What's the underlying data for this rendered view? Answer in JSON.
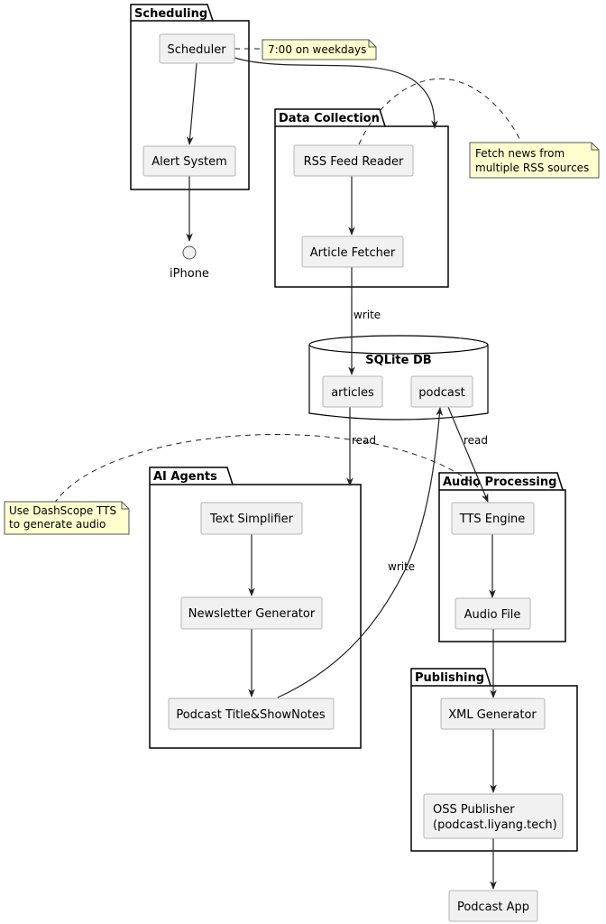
{
  "packages": {
    "scheduling": "Scheduling",
    "data_collection": "Data Collection",
    "ai_agents": "AI Agents",
    "audio_processing": "Audio Processing",
    "publishing": "Publishing"
  },
  "database": {
    "title": "SQLite DB"
  },
  "components": {
    "scheduler": "Scheduler",
    "alert_system": "Alert System",
    "iphone": "iPhone",
    "rss_feed_reader": "RSS Feed Reader",
    "article_fetcher": "Article Fetcher",
    "articles": "articles",
    "podcast": "podcast",
    "text_simplifier": "Text Simplifier",
    "newsletter_generator": "Newsletter Generator",
    "podcast_title_shownotes": "Podcast Title&ShowNotes",
    "tts_engine": "TTS Engine",
    "audio_file": "Audio File",
    "xml_generator": "XML Generator",
    "oss_publisher_line1": "OSS Publisher",
    "oss_publisher_line2": "(podcast.liyang.tech)",
    "podcast_app": "Podcast App"
  },
  "notes": {
    "schedule_note": "7:00 on weekdays",
    "rss_note_line1": "Fetch news from",
    "rss_note_line2": "multiple RSS sources",
    "tts_note_line1": "Use DashScope TTS",
    "tts_note_line2": "to generate audio"
  },
  "edge_labels": {
    "write_articles": "write",
    "read_articles": "read",
    "read_podcast": "read",
    "write_podcast": "write"
  }
}
